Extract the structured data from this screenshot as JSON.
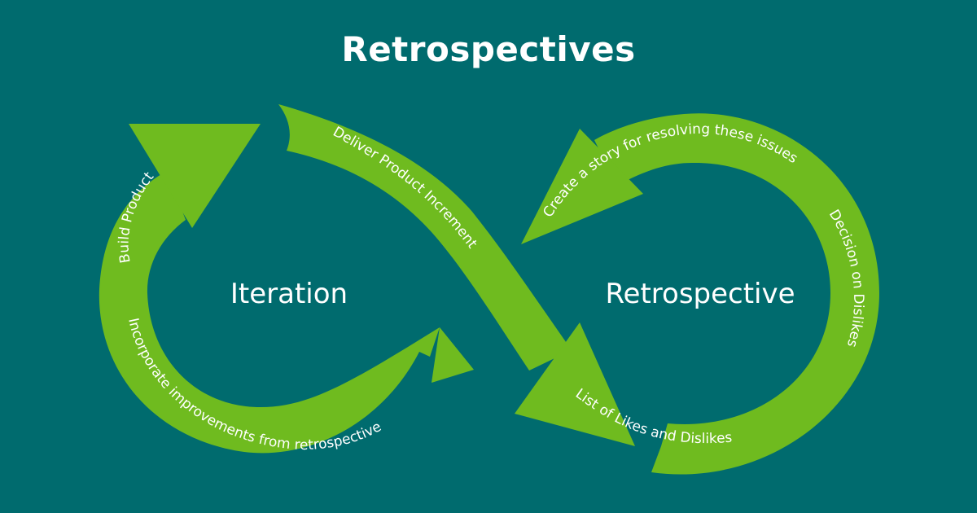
{
  "title": "Retrospectives",
  "colors": {
    "background": "#006b6e",
    "arrow": "#6fbb1f",
    "text": "#ffffff"
  },
  "loops": {
    "left": "Iteration",
    "right": "Retrospective"
  },
  "steps": {
    "build_product": "Build Product",
    "deliver_increment": "Deliver Product Increment",
    "list_likes_dislikes": "List of Likes and Dislikes",
    "decision_dislikes": "Decision on Dislikes",
    "create_story": "Create a story for resolving these issues",
    "incorporate": "Incorporate improvements from retrospective"
  }
}
